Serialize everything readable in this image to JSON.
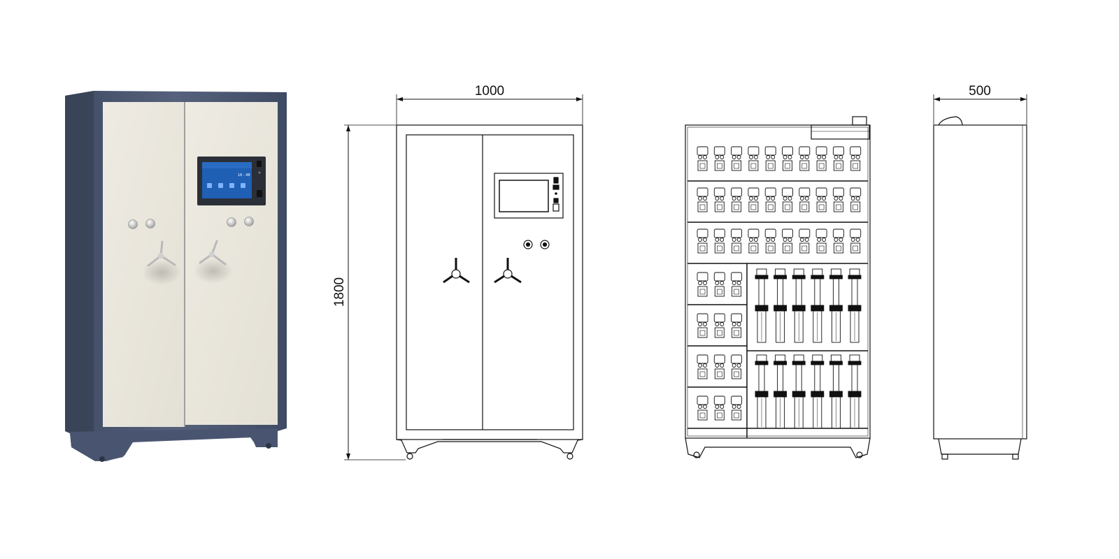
{
  "dimensions": {
    "width": "1000",
    "height": "1800",
    "depth": "500"
  },
  "render_screen": {
    "clock": "16 : 48",
    "menu_labels": [
      "▪▪",
      "▪▪",
      "▪▪",
      "▪▪"
    ]
  },
  "colors": {
    "frame": "#4b5771",
    "door": "#ece9df",
    "screen": "#1f5fb4",
    "line": "#111111"
  }
}
